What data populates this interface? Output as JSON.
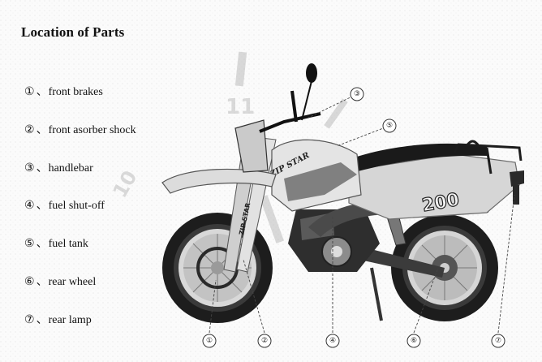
{
  "title": "Location of Parts",
  "parts": [
    {
      "num": "①",
      "sep": "、",
      "label": "front brakes"
    },
    {
      "num": "②",
      "sep": "、",
      "label": "front asorber shock"
    },
    {
      "num": "③",
      "sep": "、",
      "label": "handlebar"
    },
    {
      "num": "④",
      "sep": "、",
      "label": "fuel shut-off"
    },
    {
      "num": "⑤",
      "sep": "、",
      "label": "fuel tank"
    },
    {
      "num": "⑥",
      "sep": "、",
      "label": "rear wheel"
    },
    {
      "num": "⑦",
      "sep": "、",
      "label": "rear lamp"
    }
  ],
  "graphic": {
    "tank_brand_text": "ZIP STAR",
    "fork_brand_text": "ZIP STAR",
    "side_panel_number": "200",
    "watermark_numbers": [
      "11",
      "10"
    ]
  },
  "callouts": [
    "①",
    "②",
    "③",
    "④",
    "⑤",
    "⑥",
    "⑦"
  ],
  "colors": {
    "background": "#fbfbfb",
    "motorcycle_body": "#d9d9d9",
    "motorcycle_dark": "#2a2a2a",
    "text": "#111111"
  }
}
